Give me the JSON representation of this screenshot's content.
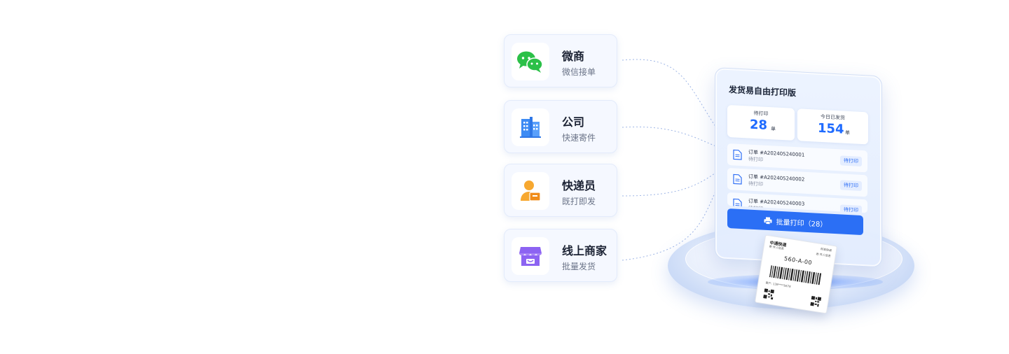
{
  "channels": [
    {
      "icon": "wechat-icon",
      "title": "微商",
      "subtitle": "微信接单",
      "color": "#2bc048"
    },
    {
      "icon": "building-icon",
      "title": "公司",
      "subtitle": "快速寄件",
      "color": "#3d8bf4"
    },
    {
      "icon": "courier-icon",
      "title": "快递员",
      "subtitle": "既打即发",
      "color": "#f5a024"
    },
    {
      "icon": "storefront-icon",
      "title": "线上商家",
      "subtitle": "批量发货",
      "color": "#8c63f2"
    }
  ],
  "device": {
    "title": "发货易自由打印版",
    "stats": [
      {
        "label": "待打印",
        "value": "28",
        "unit": "单"
      },
      {
        "label": "今日已发货",
        "value": "154",
        "unit": "单"
      }
    ],
    "orders": [
      {
        "id": "订单 #A202405240001",
        "status": "待打印",
        "tag": "待打印"
      },
      {
        "id": "订单 #A202405240002",
        "status": "待打印",
        "tag": "待打印"
      },
      {
        "id": "订单 #A202405240003",
        "status": "待打印",
        "tag": "待打印"
      }
    ],
    "print_button": "批量打印（28）"
  },
  "shipping_label": {
    "brand": "中通快递",
    "meta_top_right": "标准快递",
    "meta_left": "寄 件人信息",
    "meta_right": "收 件人信息",
    "sort_code": "560-A-00",
    "recipient": "客户: 138****5678"
  },
  "colors": {
    "accent": "#2b6ff5",
    "connector": "#9fb6e6"
  }
}
